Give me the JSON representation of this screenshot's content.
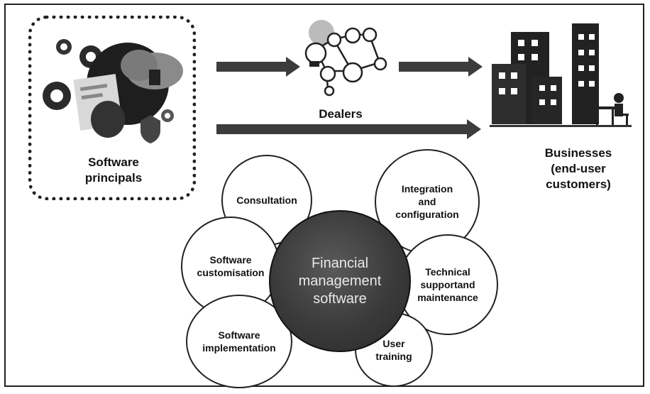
{
  "nodes": {
    "principals": "Software\nprincipals",
    "dealers": "Dealers",
    "businesses": "Businesses\n(end-user\ncustomers)"
  },
  "core": "Financial\nmanagement\nsoftware",
  "services": {
    "consultation": "Consultation",
    "integration": "Integration\nand\nconfiguration",
    "customisation": "Software\ncustomisation",
    "technical": "Technical\nsupportand\nmaintenance",
    "implementation": "Software\nimplementation",
    "training": "User\ntraining"
  },
  "icons": {
    "principals": "software-cloud-gears-icon",
    "dealers": "network-people-icon",
    "businesses": "office-buildings-icon"
  }
}
